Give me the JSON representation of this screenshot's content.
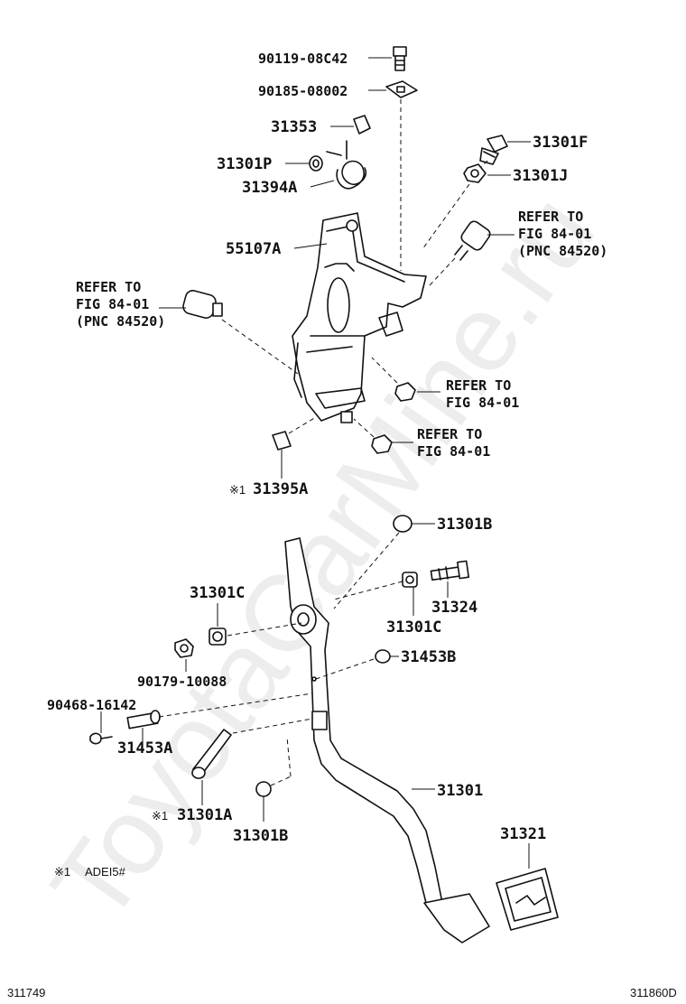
{
  "watermark": "ToyotaCarMine.ru",
  "parts": {
    "p90119_08C42": "90119-08C42",
    "p90185_08002": "90185-08002",
    "p31353": "31353",
    "p31301P": "31301P",
    "p31394A": "31394A",
    "p55107A": "55107A",
    "p31301F": "31301F",
    "p31301J": "31301J",
    "p31395A": "31395A",
    "p31301B_top": "31301B",
    "p31301C_left": "31301C",
    "p31324": "31324",
    "p31301C_right": "31301C",
    "p90179_10088": "90179-10088",
    "p31453B": "31453B",
    "p90468_16142": "90468-16142",
    "p31453A": "31453A",
    "p31301A": "31301A",
    "p31301": "31301",
    "p31301B_bottom": "31301B",
    "p31321": "31321"
  },
  "refers": {
    "right_top": [
      "REFER TO",
      "FIG 84-01",
      "(PNC 84520)"
    ],
    "left": [
      "REFER TO",
      "FIG 84-01",
      "(PNC 84520)"
    ],
    "mid_right": [
      "REFER TO",
      "FIG 84-01"
    ],
    "lower_right": [
      "REFER TO",
      "FIG 84-01"
    ]
  },
  "marks": {
    "mark1": "※1",
    "mark1_b": "※1",
    "footnote_mark": "※1",
    "footnote_text": "ADEI5#"
  },
  "footer": {
    "left_code": "311749",
    "right_code": "311860D"
  }
}
